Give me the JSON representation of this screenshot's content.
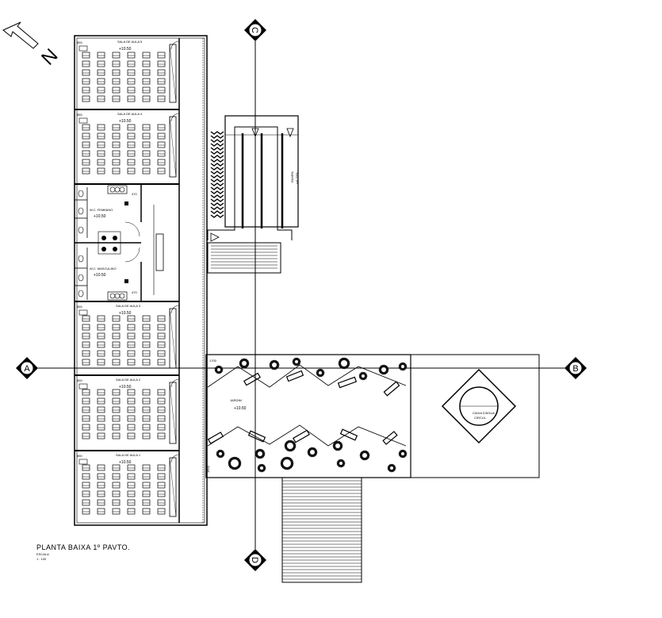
{
  "drawing": {
    "title": "PLANTA BAIXA 1º PAVTO.",
    "scale_label": "ESCALA",
    "scale_value": "1 : 100"
  },
  "axes": {
    "a": "A",
    "b": "B",
    "c": "C",
    "d": "D"
  },
  "north_label": "N",
  "rooms": {
    "classroom_5": {
      "name": "SALA DE AULA 5",
      "level": "+10.50",
      "code": "850"
    },
    "classroom_4": {
      "name": "SALA DE AULA 4",
      "level": "+10.50",
      "code": "850"
    },
    "wc_female": {
      "name": "W.C. FEMININO",
      "level": "+10.50",
      "code": "470"
    },
    "wc_male": {
      "name": "W.C. MASCULINO",
      "level": "+10.50",
      "code": "470"
    },
    "classroom_3": {
      "name": "SALA DE AULA 3",
      "level": "+10.50",
      "code": "850"
    },
    "classroom_2": {
      "name": "SALA DE AULA 2",
      "level": "+10.50",
      "code": "850"
    },
    "classroom_1": {
      "name": "SALA DE AULA 1",
      "level": "+10.50",
      "code": "850"
    },
    "garden": {
      "name": "JARDIM",
      "level": "+10.50",
      "code_top": "1700",
      "code_side": "1600"
    },
    "water_tank": {
      "name": "CAIXA D'ÁGUA",
      "sub": "CIRCUL."
    },
    "ramp": {
      "label": "RAMPA",
      "slope": "i=8,33%"
    }
  }
}
